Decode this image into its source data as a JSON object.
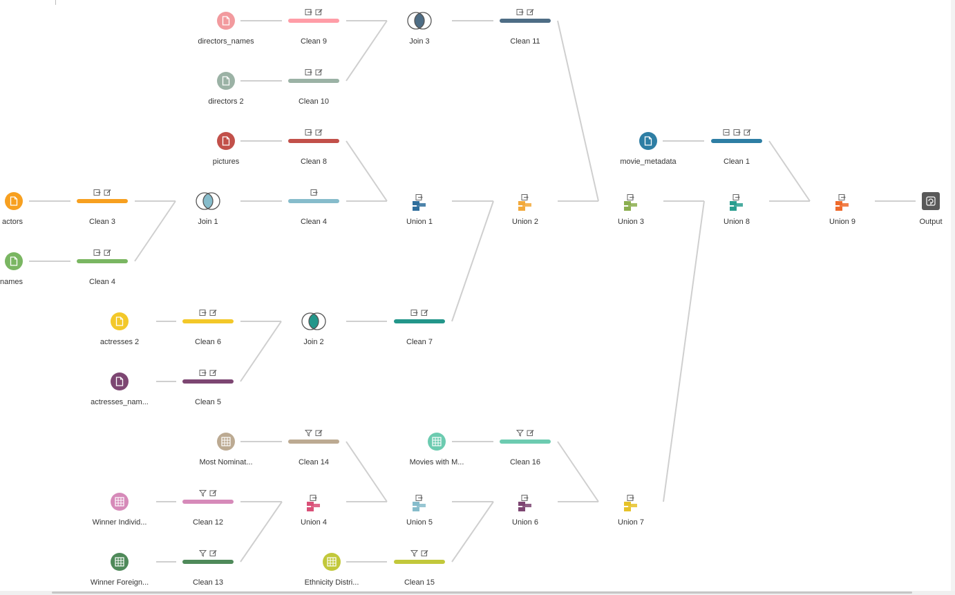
{
  "colors": {
    "link": "#cfcfcf",
    "icon_gray": "#777777"
  },
  "nodes": {
    "directors_names": {
      "label": "directors_names",
      "kind": "file",
      "color": "#f29a9e"
    },
    "clean9": {
      "label": "Clean 9",
      "kind": "clean",
      "color": "#ff9da7",
      "ops": [
        "rename-icon",
        "edit-icon"
      ]
    },
    "join3": {
      "label": "Join 3",
      "kind": "join",
      "color": "#4e6d85"
    },
    "clean11": {
      "label": "Clean 11",
      "kind": "clean",
      "color": "#4e6d85",
      "ops": [
        "rename-icon",
        "edit-icon"
      ]
    },
    "directors2": {
      "label": "directors 2",
      "kind": "file",
      "color": "#9bb2a5"
    },
    "clean10": {
      "label": "Clean 10",
      "kind": "clean",
      "color": "#9bb2a5",
      "ops": [
        "rename-icon",
        "edit-icon"
      ]
    },
    "pictures": {
      "label": "pictures",
      "kind": "file",
      "color": "#c2504a"
    },
    "clean8": {
      "label": "Clean 8",
      "kind": "clean",
      "color": "#c2504a",
      "ops": [
        "rename-icon",
        "edit-icon"
      ]
    },
    "movie_metadata": {
      "label": "movie_metadata",
      "kind": "file",
      "color": "#2e7ea4"
    },
    "clean1": {
      "label": "Clean 1",
      "kind": "clean",
      "color": "#2e7ea4",
      "ops": [
        "split-icon",
        "rename-icon",
        "edit-icon"
      ]
    },
    "actors": {
      "label": "actors",
      "kind": "file",
      "color": "#f7a020"
    },
    "clean3": {
      "label": "Clean 3",
      "kind": "clean",
      "color": "#f7a020",
      "ops": [
        "rename-icon",
        "edit-icon"
      ]
    },
    "join1": {
      "label": "Join 1",
      "kind": "join",
      "color": "#86bccb"
    },
    "clean4": {
      "label": "Clean 4",
      "kind": "clean",
      "color": "#86bccb",
      "ops": [
        "rename-icon"
      ]
    },
    "union1": {
      "label": "Union 1",
      "kind": "union",
      "color": "#2f6e9c"
    },
    "union2": {
      "label": "Union 2",
      "kind": "union",
      "color": "#f2a93b"
    },
    "union3": {
      "label": "Union 3",
      "kind": "union",
      "color": "#8bae4f"
    },
    "union8": {
      "label": "Union 8",
      "kind": "union",
      "color": "#2a9d8f"
    },
    "union9": {
      "label": "Union 9",
      "kind": "union",
      "color": "#ee6a2b"
    },
    "output": {
      "label": "Output",
      "kind": "output",
      "color": "#595959"
    },
    "actor_names": {
      "label": "_names",
      "kind": "file",
      "color": "#7ab662"
    },
    "clean4b": {
      "label": "Clean 4",
      "kind": "clean",
      "color": "#7ab662",
      "ops": [
        "rename-icon",
        "edit-icon"
      ]
    },
    "actresses2": {
      "label": "actresses 2",
      "kind": "file",
      "color": "#f3c829"
    },
    "clean6": {
      "label": "Clean 6",
      "kind": "clean",
      "color": "#f3c829",
      "ops": [
        "rename-icon",
        "edit-icon"
      ]
    },
    "join2": {
      "label": "Join 2",
      "kind": "join",
      "color": "#23968a"
    },
    "clean7": {
      "label": "Clean 7",
      "kind": "clean",
      "color": "#23968a",
      "ops": [
        "rename-icon",
        "edit-icon"
      ]
    },
    "actresses_names": {
      "label": "actresses_nam...",
      "kind": "file",
      "color": "#7d4672"
    },
    "clean5": {
      "label": "Clean 5",
      "kind": "clean",
      "color": "#7d4672",
      "ops": [
        "rename-icon",
        "edit-icon"
      ]
    },
    "most_nominated": {
      "label": "Most Nominat...",
      "kind": "table",
      "color": "#bcaa92"
    },
    "clean14": {
      "label": "Clean 14",
      "kind": "clean",
      "color": "#bcaa92",
      "ops": [
        "filter-icon",
        "edit-icon"
      ]
    },
    "movies_with_m": {
      "label": "Movies with M...",
      "kind": "table",
      "color": "#6ccbb0"
    },
    "clean16": {
      "label": "Clean 16",
      "kind": "clean",
      "color": "#6ccbb0",
      "ops": [
        "filter-icon",
        "edit-icon"
      ]
    },
    "winner_individ": {
      "label": "Winner Individ...",
      "kind": "table",
      "color": "#d68ab9"
    },
    "clean12": {
      "label": "Clean 12",
      "kind": "clean",
      "color": "#d68ab9",
      "ops": [
        "filter-icon",
        "edit-icon"
      ]
    },
    "union4": {
      "label": "Union 4",
      "kind": "union",
      "color": "#d95078"
    },
    "union5": {
      "label": "Union 5",
      "kind": "union",
      "color": "#86bccb"
    },
    "union6": {
      "label": "Union 6",
      "kind": "union",
      "color": "#7d4672"
    },
    "union7": {
      "label": "Union 7",
      "kind": "union",
      "color": "#e6c229"
    },
    "winner_foreign": {
      "label": "Winner Foreign...",
      "kind": "table",
      "color": "#4f8a5a"
    },
    "clean13": {
      "label": "Clean 13",
      "kind": "clean",
      "color": "#4f8a5a",
      "ops": [
        "filter-icon",
        "edit-icon"
      ]
    },
    "ethnicity": {
      "label": "Ethnicity Distri...",
      "kind": "table",
      "color": "#c2c83b"
    },
    "clean15": {
      "label": "Clean 15",
      "kind": "clean",
      "color": "#c2c83b",
      "ops": [
        "filter-icon",
        "edit-icon"
      ]
    }
  }
}
